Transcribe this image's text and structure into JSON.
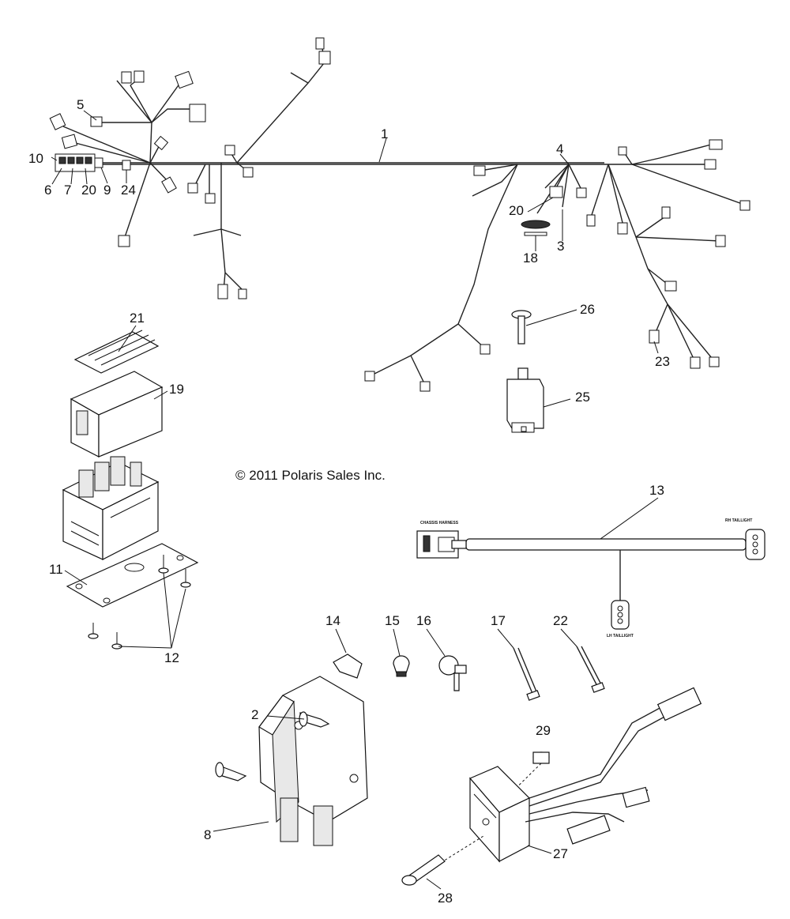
{
  "copyright": "© 2011 Polaris Sales Inc.",
  "callouts": [
    "1",
    "2",
    "3",
    "4",
    "5",
    "6",
    "7",
    "8",
    "9",
    "10",
    "11",
    "12",
    "13",
    "14",
    "15",
    "16",
    "17",
    "18",
    "19",
    "20",
    "20",
    "21",
    "22",
    "23",
    "24",
    "25",
    "26",
    "27",
    "28",
    "29"
  ],
  "harness_labels": {
    "chassis": "CHASSIS HARNESS",
    "rh": "RH TAILLIGHT",
    "lh": "LH TAILLIGHT"
  }
}
